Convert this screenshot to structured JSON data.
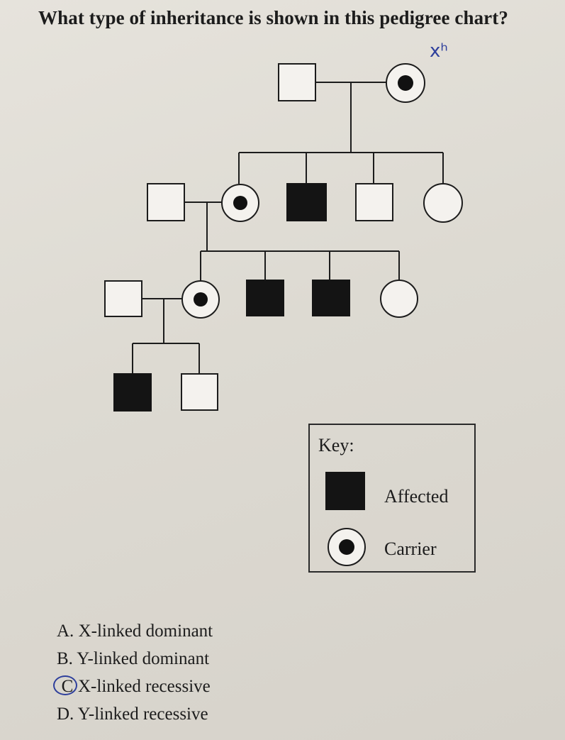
{
  "question": "What type of inheritance is shown in this pedigree chart?",
  "handwritten_note": "xʰ",
  "key": {
    "title": "Key:",
    "affected_label": "Affected",
    "carrier_label": "Carrier"
  },
  "answers": [
    {
      "letter": "A.",
      "text": "X-linked dominant",
      "circled": false
    },
    {
      "letter": "B.",
      "text": "Y-linked dominant",
      "circled": false
    },
    {
      "letter": "C",
      "text": "X-linked recessive",
      "circled": true
    },
    {
      "letter": "D.",
      "text": "Y-linked recessive",
      "circled": false
    }
  ],
  "pedigree": {
    "generations": [
      {
        "members": [
          "male-unaffected",
          "female-carrier"
        ]
      },
      {
        "members": [
          "male-unaffected (spouse)",
          "female-carrier",
          "male-affected",
          "male-unaffected",
          "female-unaffected"
        ]
      },
      {
        "members": [
          "male-unaffected (spouse)",
          "female-carrier",
          "male-affected",
          "male-affected",
          "female-unaffected"
        ]
      },
      {
        "members": [
          "male-affected",
          "male-unaffected"
        ]
      }
    ]
  },
  "colors": {
    "ink": "#1c1c1c",
    "pen": "#2e3f9c"
  }
}
